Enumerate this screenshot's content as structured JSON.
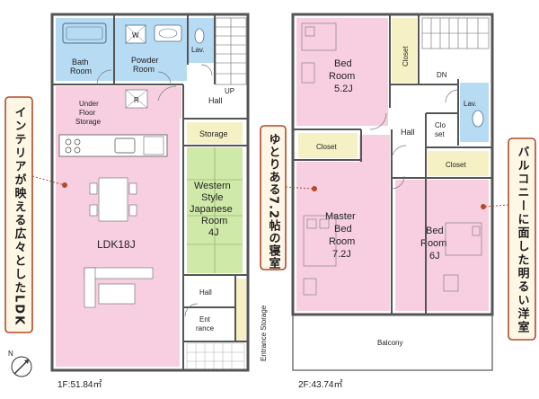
{
  "colors": {
    "ldk": "#f7cfe0",
    "wet": "#b7dbf3",
    "tatami": "#cfe9a8",
    "storage": "#f5f1c4",
    "hall": "#ffffff",
    "wall": "#555555",
    "callout_border": "#b04a2a",
    "callout_fill": "#fff7e6",
    "dot": "#b04a2a"
  },
  "floor1": {
    "caption": "1F:51.84㎡",
    "rooms": {
      "bath": [
        "Bath",
        "Room"
      ],
      "powder": [
        "Powder",
        "Room"
      ],
      "lav": "Lav.",
      "hall": "Hall",
      "up": "UP",
      "under_floor": [
        "Under",
        "Floor",
        "Storage"
      ],
      "r_mark": "R",
      "w_mark": "W",
      "storage": "Storage",
      "western": [
        "Western",
        "Style",
        "Japanese",
        "Room",
        "4J"
      ],
      "ldk": "LDK18J",
      "hall2": "Hall",
      "entrance": [
        "Ent",
        "rance"
      ],
      "entrance_storage": "Entrance Storage"
    }
  },
  "floor2": {
    "caption": "2F:43.74㎡",
    "rooms": {
      "bed1": [
        "Bed",
        "Room",
        "5.2J"
      ],
      "closet1": "Closet",
      "dn": "DN",
      "lav": "Lav.",
      "hall": "Hall",
      "closet2": [
        "Clo",
        "set"
      ],
      "closet3": "Closet",
      "closet4": "Closet",
      "master": [
        "Master",
        "Bed",
        "Room",
        "7.2J"
      ],
      "bed2": [
        "Bed",
        "Room",
        "6J"
      ],
      "balcony": "Balcony"
    }
  },
  "callouts": {
    "left": "インテリアが映える広々としたLDK",
    "middle": "ゆとりある7.2帖の寝室",
    "right": "バルコニーに面した明るい洋室"
  },
  "compass": "N"
}
